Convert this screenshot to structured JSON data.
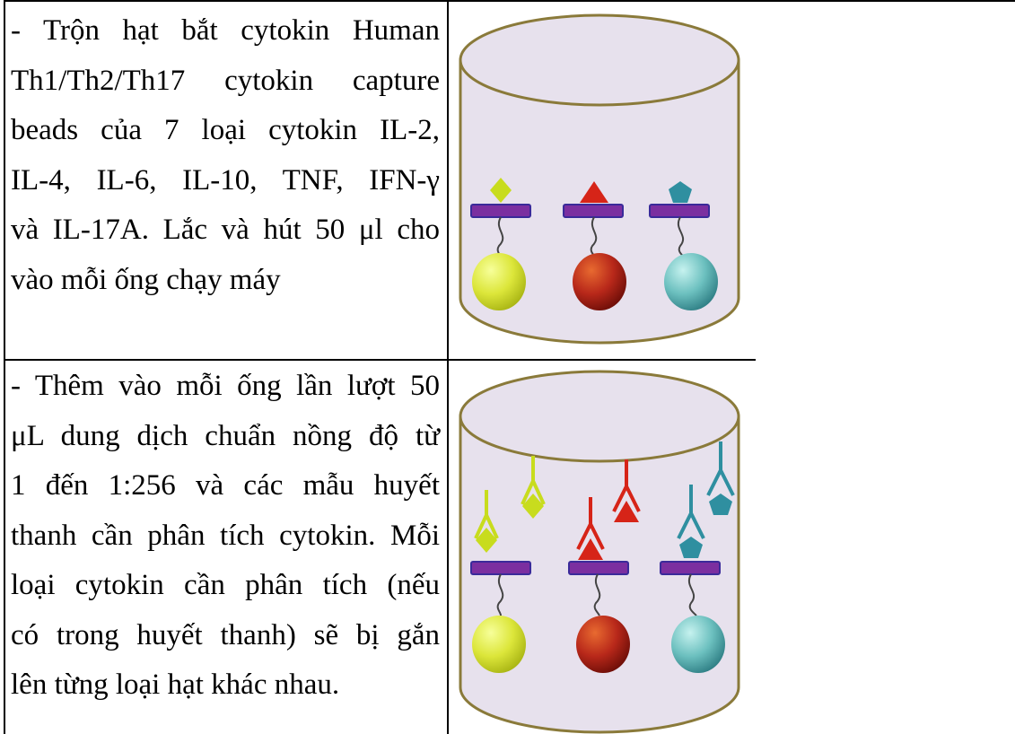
{
  "rows": [
    {
      "lines": [
        "- Trộn hạt bắt cytokin Human",
        "Th1/Th2/Th17 cytokin capture",
        "beads của 7 loại cytokin IL-2,",
        "IL-4, IL-6, IL-10, TNF, IFN-γ",
        "và IL-17A. Lắc và hút 50 μl cho",
        "vào mỗi ống chạy máy"
      ]
    },
    {
      "lines": [
        "- Thêm vào mỗi ống lần lượt 50",
        "μL dung dịch chuẩn nồng độ từ",
        "1 đến 1:256 và các mẫu huyết",
        "thanh cần phân tích cytokin. Mỗi",
        "loại cytokin cần phân tích (nếu",
        "có trong huyết thanh) sẽ bị gắn",
        "lên từng loại hạt khác nhau."
      ]
    }
  ],
  "colors": {
    "tube_fill": "#e6e0ec",
    "tube_stroke": "#8a7a3a",
    "capture_bar": "#7b2fa0",
    "yellow": "#d4e23a",
    "red": "#c8281a",
    "teal": "#2a8ea0"
  }
}
